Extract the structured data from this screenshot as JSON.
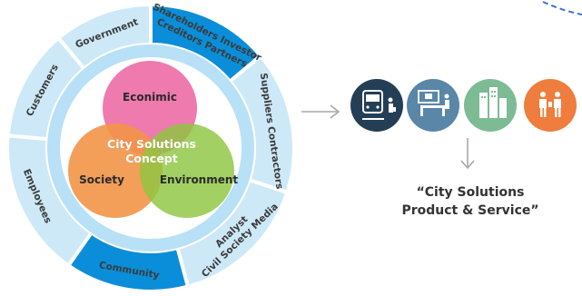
{
  "colors": {
    "segment_light": "#cde9f8",
    "segment_dark": "#0a8ed9",
    "inner_ring": "#b8e0f6",
    "economic": "#ee6fa6",
    "society": "#f29447",
    "environment": "#8dc63f",
    "icon_train": "#243f55",
    "icon_public": "#5a86a8",
    "icon_city": "#7dbb94",
    "icon_people": "#ef7d3d",
    "arrow": "#a8a8a8",
    "dashed_line": "#3f6fd2"
  },
  "stakeholder_ring": [
    {
      "label_lines": [
        "Government"
      ],
      "fill": "light"
    },
    {
      "label_lines": [
        "Shareholders Investor",
        "Creditors Partners"
      ],
      "fill": "dark"
    },
    {
      "label_lines": [
        "Suppliers Contractors"
      ],
      "fill": "light"
    },
    {
      "label_lines": [
        "Civil Society Media",
        "Analyst"
      ],
      "fill": "light"
    },
    {
      "label_lines": [
        "Community"
      ],
      "fill": "dark"
    },
    {
      "label_lines": [
        "Employees"
      ],
      "fill": "light"
    },
    {
      "label_lines": [
        "Customers"
      ],
      "fill": "light"
    }
  ],
  "venn": {
    "top_label": "Econimic",
    "left_label": "Society",
    "right_label": "Environment",
    "center_lines": [
      "City Solutions",
      "Concept"
    ]
  },
  "icons": [
    {
      "name": "train-icon"
    },
    {
      "name": "public-service-icon"
    },
    {
      "name": "city-buildings-icon"
    },
    {
      "name": "people-icon"
    }
  ],
  "output": {
    "line1": "“City Solutions",
    "line2": "Product & Service”"
  }
}
